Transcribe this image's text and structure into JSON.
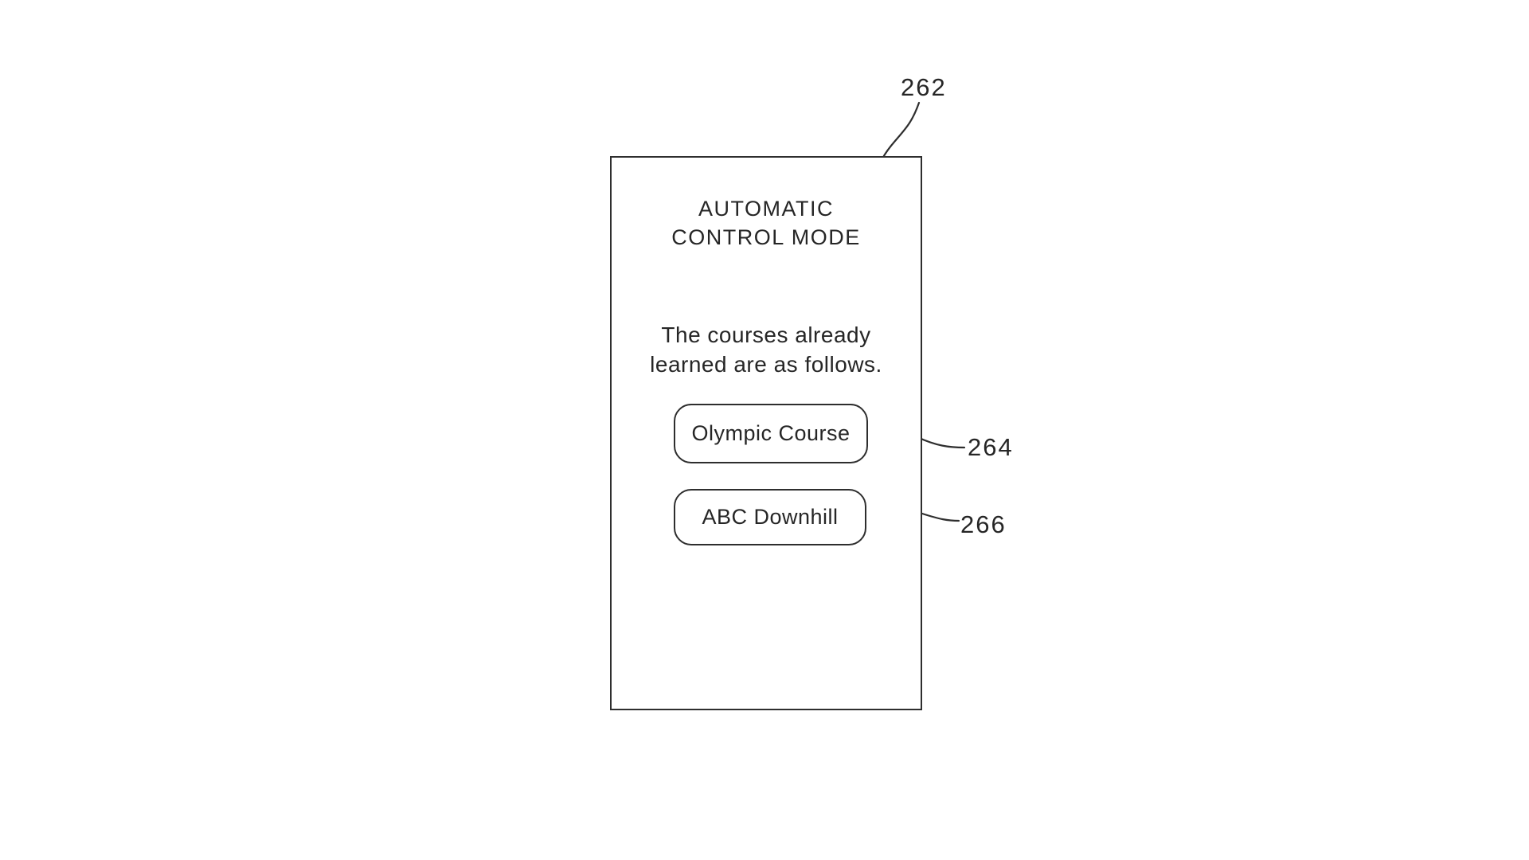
{
  "screen": {
    "ref": "262",
    "title_line1": "AUTOMATIC",
    "title_line2": "CONTROL MODE",
    "description_line1": "The courses already",
    "description_line2": "learned are as follows.",
    "buttons": [
      {
        "label": "Olympic Course",
        "ref": "264"
      },
      {
        "label": "ABC Downhill",
        "ref": "266"
      }
    ]
  },
  "colors": {
    "ink": "#262626",
    "line": "#2e2e2e",
    "background": "#ffffff"
  }
}
